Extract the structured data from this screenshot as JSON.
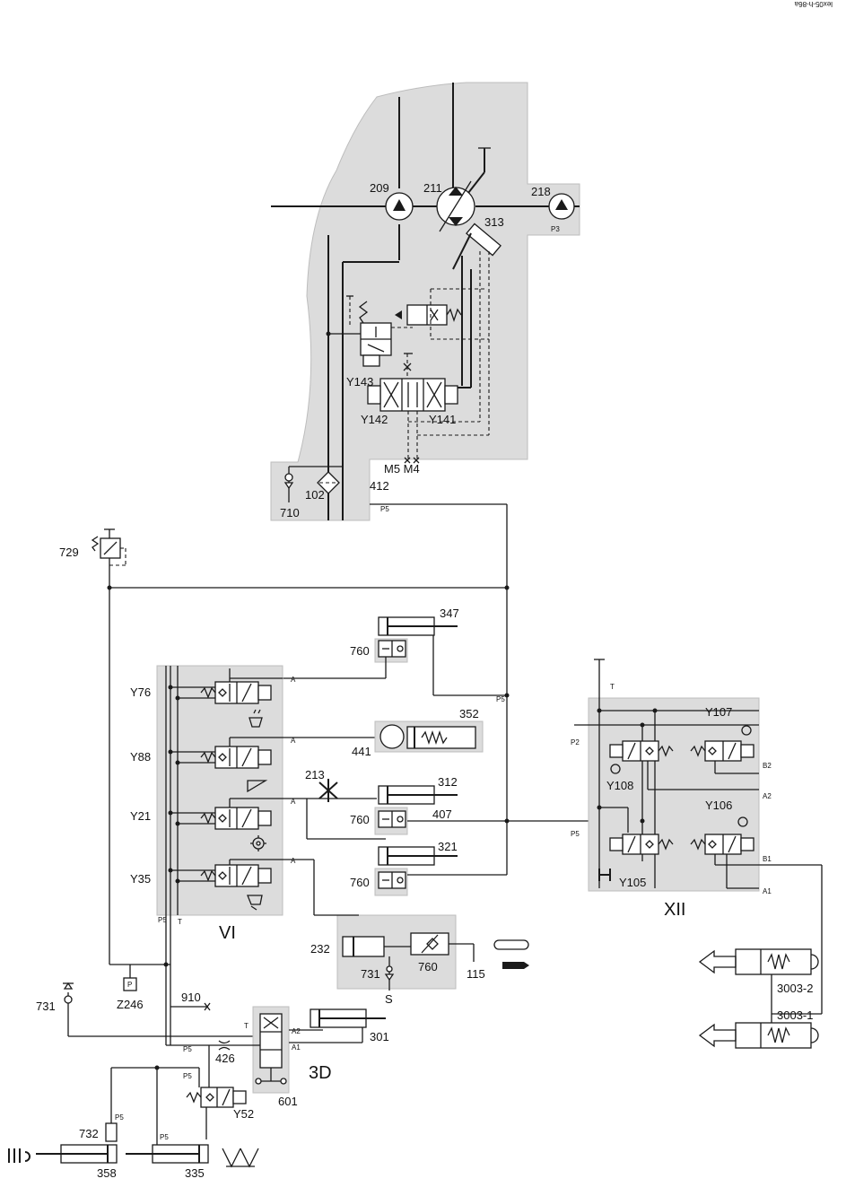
{
  "doc_id": "lex05-h-86a",
  "groups": {
    "vi": "VI",
    "xii": "XII",
    "three_d": "3D"
  },
  "components": {
    "c209": "209",
    "c211": "211",
    "c218": "218",
    "c313": "313",
    "y143": "Y143",
    "y142": "Y142",
    "y141": "Y141",
    "c102": "102",
    "c710": "710",
    "c412": "412",
    "m5m4": "M5 M4",
    "c729": "729",
    "c347": "347",
    "c760a": "760",
    "c352": "352",
    "c441": "441",
    "c213": "213",
    "c312": "312",
    "c407": "407",
    "c760b": "760",
    "c321": "321",
    "c760c": "760",
    "c232": "232",
    "c731a": "731",
    "c760d": "760",
    "c115": "115",
    "c_s": "S",
    "c731b": "731",
    "z246": "Z246",
    "c910": "910",
    "c426": "426",
    "c301": "301",
    "c601": "601",
    "y52": "Y52",
    "c732": "732",
    "c358": "358",
    "c335": "335",
    "y76": "Y76",
    "y88": "Y88",
    "y21": "Y21",
    "y35": "Y35",
    "y107": "Y107",
    "y108": "Y108",
    "y106": "Y106",
    "y105": "Y105",
    "c3003_2": "3003-2",
    "c3003_1": "3003-1"
  },
  "ports": {
    "p5": "P5",
    "p3": "P3",
    "p2": "P2",
    "a": "A",
    "a1": "A1",
    "a2": "A2",
    "b1": "B1",
    "b2": "B2",
    "t": "T",
    "p": "P"
  }
}
